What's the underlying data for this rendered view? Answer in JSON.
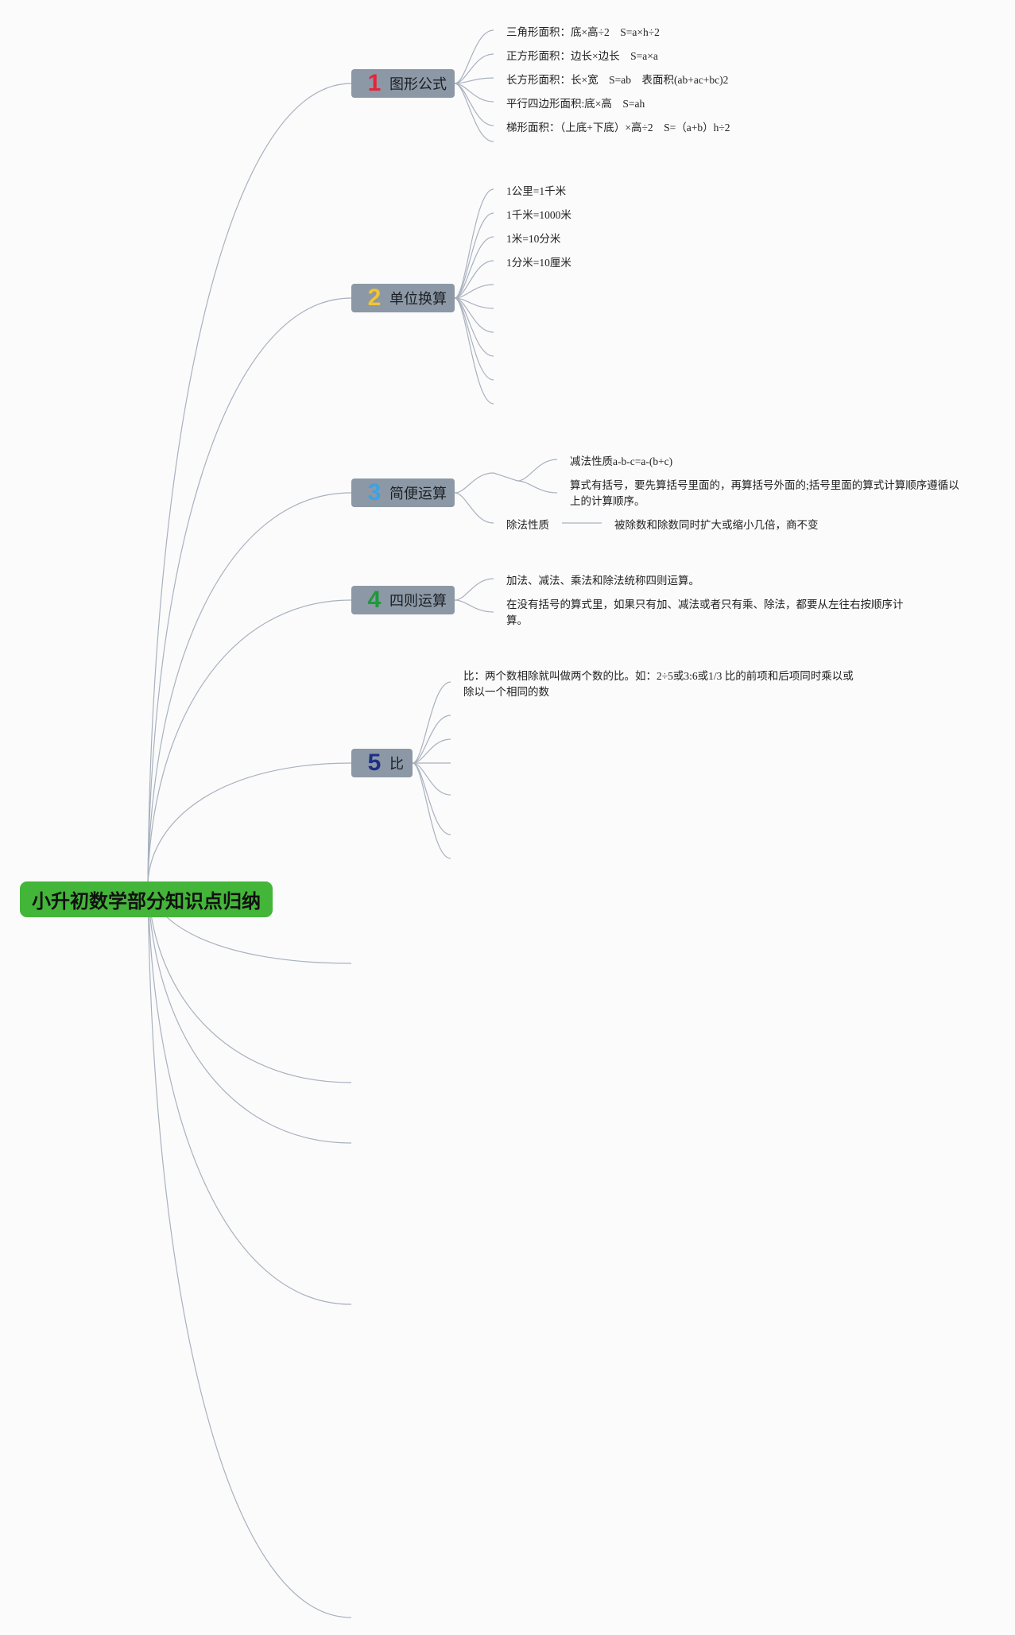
{
  "root": {
    "label": "小升初数学部分知识点归纳"
  },
  "branches": [
    {
      "number": "1",
      "number_color": "#e2263b",
      "label": "图形公式",
      "children": [
        "三角形面积：底×高÷2　S=a×h÷2",
        "正方形面积：边长×边长　S=a×a",
        "长方形面积：长×宽　S=ab　表面积(ab+ac+bc)2",
        "平行四边形面积:底×高　S=ah",
        "梯形面积：（上底+下底）×高÷2　S=（a+b）h÷2"
      ]
    },
    {
      "number": "2",
      "number_color": "#f2c531",
      "label": "单位换算",
      "children": [
        "1公里=1千米",
        "1千米=1000米",
        "1米=10分米",
        "1分米=10厘米"
      ]
    },
    {
      "number": "3",
      "number_color": "#3aa3e5",
      "label": "简便运算",
      "children": [
        "减法性质a-b-c=a-(b+c)",
        "算式有括号，要先算括号里面的，再算括号外面的;括号里面的算式计算顺序遵循以上的计算顺序。",
        "除法性质",
        "被除数和除数同时扩大或缩小几倍，商不变"
      ]
    },
    {
      "number": "4",
      "number_color": "#1e9a3a",
      "label": "四则运算",
      "children": [
        "加法、减法、乘法和除法统称四则运算。",
        "在没有括号的算式里，如果只有加、减法或者只有乘、除法，都要从左往右按顺序计算。"
      ]
    },
    {
      "number": "5",
      "number_color": "#1c2f86",
      "label": "比",
      "children": [
        "比：两个数相除就叫做两个数的比。如：2÷5或3:6或1/3 比的前项和后项同时乘以或除以一个相同的数"
      ]
    }
  ]
}
